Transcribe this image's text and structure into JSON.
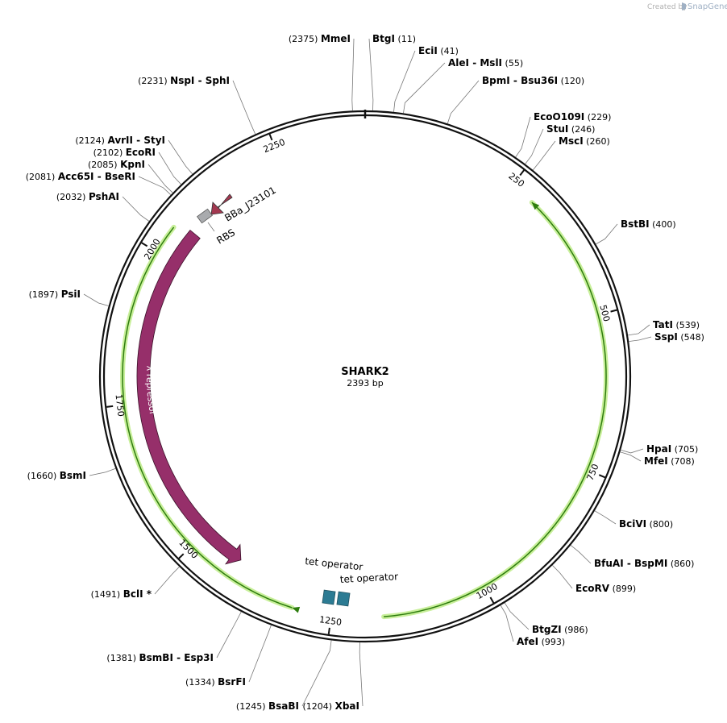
{
  "credit": {
    "prefix": "Created by",
    "brand": "SnapGene"
  },
  "plasmid": {
    "name": "SHARK2",
    "length_label": "2393 bp",
    "length": 2393
  },
  "ticks": [
    {
      "pos": 250,
      "label": "250"
    },
    {
      "pos": 500,
      "label": "500"
    },
    {
      "pos": 750,
      "label": "750"
    },
    {
      "pos": 1000,
      "label": "1000"
    },
    {
      "pos": 1250,
      "label": "1250"
    },
    {
      "pos": 1500,
      "label": "1500"
    },
    {
      "pos": 1750,
      "label": "1750"
    },
    {
      "pos": 2000,
      "label": "2000"
    },
    {
      "pos": 2250,
      "label": "2250"
    }
  ],
  "sites": [
    {
      "names": [
        "MmeI"
      ],
      "pos_label": "(2375)",
      "pos": 2375
    },
    {
      "names": [
        "BtgI"
      ],
      "pos_label": "(11)",
      "pos": 11
    },
    {
      "names": [
        "EciI"
      ],
      "pos_label": "(41)",
      "pos": 41
    },
    {
      "names": [
        "AleI",
        "MslI"
      ],
      "pos_label": "(55)",
      "pos": 55
    },
    {
      "names": [
        "BpmI",
        "Bsu36I"
      ],
      "pos_label": "(120)",
      "pos": 120
    },
    {
      "names": [
        "EcoO109I"
      ],
      "pos_label": "(229)",
      "pos": 229
    },
    {
      "names": [
        "StuI"
      ],
      "pos_label": "(246)",
      "pos": 246
    },
    {
      "names": [
        "MscI"
      ],
      "pos_label": "(260)",
      "pos": 260
    },
    {
      "names": [
        "BstBI"
      ],
      "pos_label": "(400)",
      "pos": 400
    },
    {
      "names": [
        "TatI"
      ],
      "pos_label": "(539)",
      "pos": 539
    },
    {
      "names": [
        "SspI"
      ],
      "pos_label": "(548)",
      "pos": 548
    },
    {
      "names": [
        "HpaI"
      ],
      "pos_label": "(705)",
      "pos": 705
    },
    {
      "names": [
        "MfeI"
      ],
      "pos_label": "(708)",
      "pos": 708
    },
    {
      "names": [
        "BciVI"
      ],
      "pos_label": "(800)",
      "pos": 800
    },
    {
      "names": [
        "BfuAI",
        "BspMI"
      ],
      "pos_label": "(860)",
      "pos": 860
    },
    {
      "names": [
        "EcoRV"
      ],
      "pos_label": "(899)",
      "pos": 899
    },
    {
      "names": [
        "BtgZI"
      ],
      "pos_label": "(986)",
      "pos": 986
    },
    {
      "names": [
        "AfeI"
      ],
      "pos_label": "(993)",
      "pos": 993
    },
    {
      "names": [
        "XbaI"
      ],
      "pos_label": "(1204)",
      "pos": 1204
    },
    {
      "names": [
        "BsaBI"
      ],
      "pos_label": "(1245)",
      "pos": 1245
    },
    {
      "names": [
        "BsrFI"
      ],
      "pos_label": "(1334)",
      "pos": 1334
    },
    {
      "names": [
        "BsmBI",
        "Esp3I"
      ],
      "pos_label": "(1381)",
      "pos": 1381
    },
    {
      "names": [
        "BclI *"
      ],
      "pos_label": "(1491)",
      "pos": 1491
    },
    {
      "names": [
        "BsmI"
      ],
      "pos_label": "(1660)",
      "pos": 1660
    },
    {
      "names": [
        "PsiI"
      ],
      "pos_label": "(1897)",
      "pos": 1897
    },
    {
      "names": [
        "PshAI"
      ],
      "pos_label": "(2032)",
      "pos": 2032
    },
    {
      "names": [
        "Acc65I",
        "BseRI"
      ],
      "pos_label": "(2081)",
      "pos": 2081
    },
    {
      "names": [
        "KpnI"
      ],
      "pos_label": "(2085)",
      "pos": 2085
    },
    {
      "names": [
        "EcoRI"
      ],
      "pos_label": "(2102)",
      "pos": 2102
    },
    {
      "names": [
        "AvrII",
        "StyI"
      ],
      "pos_label": "(2124)",
      "pos": 2124
    },
    {
      "names": [
        "NspI",
        "SphI"
      ],
      "pos_label": "(2231)",
      "pos": 2231
    }
  ],
  "features": {
    "promoter": {
      "label": "BBa_J23101",
      "color": "#a33850"
    },
    "rbs": {
      "label": "RBS",
      "color": "#a9abae"
    },
    "repressor": {
      "label": "λ repressor",
      "color": "#962f6a"
    },
    "operators": [
      {
        "label": "tet operator"
      },
      {
        "label": "tet operator"
      }
    ],
    "operator_color": "#2c7b93"
  },
  "colors": {
    "backbone": "#111111",
    "orf_line": "#2e7d0e",
    "orf_glow": "#c8ef9a",
    "leader": "#777777"
  }
}
